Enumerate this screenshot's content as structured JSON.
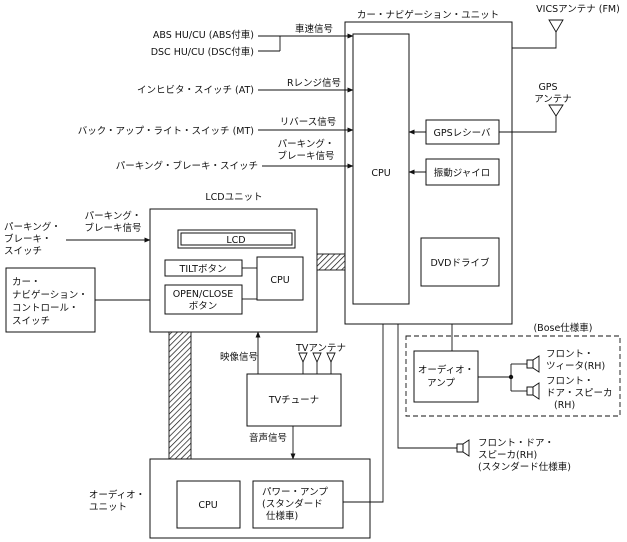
{
  "nav_unit": {
    "title": "カー・ナビゲーション・ユニット",
    "cpu": "CPU",
    "gps_receiver": "GPSレシーバ",
    "gyro": "振動ジャイロ",
    "dvd": "DVDドライブ"
  },
  "antennas": {
    "vics": "VICSアンテナ (FM)",
    "gps": [
      "GPS",
      "アンテナ"
    ],
    "tv": "TVアンテナ"
  },
  "inputs": {
    "abs": "ABS HU/CU (ABS付車)",
    "dsc": "DSC HU/CU (DSC付車)",
    "speed_signal": "車速信号",
    "inhibitor": "インヒビタ・スイッチ (AT)",
    "r_range": "Rレンジ信号",
    "backup": "バック・アップ・ライト・スイッチ (MT)",
    "reverse_signal": "リバース信号",
    "parking_switch": "パーキング・ブレーキ・スイッチ",
    "parking_signal": [
      "パーキング・",
      "ブレーキ信号"
    ]
  },
  "lcd_unit": {
    "title": "LCDユニット",
    "lcd": "LCD",
    "tilt": "TILTボタン",
    "openclose": [
      "OPEN/CLOSE",
      "ボタン"
    ],
    "cpu": "CPU",
    "parking_switch": [
      "パーキング・",
      "ブレーキ・",
      "スイッチ"
    ],
    "parking_signal": [
      "パーキング・",
      "ブレーキ信号"
    ]
  },
  "remote_switch": [
    "カー・",
    "ナビゲーション・",
    "コントロール・",
    "スイッチ"
  ],
  "tv_tuner": {
    "label": "TVチューナ",
    "video_signal": "映像信号",
    "audio_signal": "音声信号"
  },
  "audio_unit": {
    "title": [
      "オーディオ・",
      "ユニット"
    ],
    "cpu": "CPU",
    "power_amp": [
      "パワー・アンプ",
      "(スタンダード",
      "仕様車)"
    ]
  },
  "bose": {
    "title": "(Bose仕様車)",
    "amp": [
      "オーディオ・",
      "アンプ"
    ],
    "tweeter": [
      "フロント・",
      "ツィータ(RH)"
    ],
    "door_speaker": [
      "フロント・",
      "ドア・スピーカ",
      "(RH)"
    ]
  },
  "standard_speaker": [
    "フロント・ドア・",
    "スピーカ(RH)",
    "(スタンダード仕様車)"
  ]
}
